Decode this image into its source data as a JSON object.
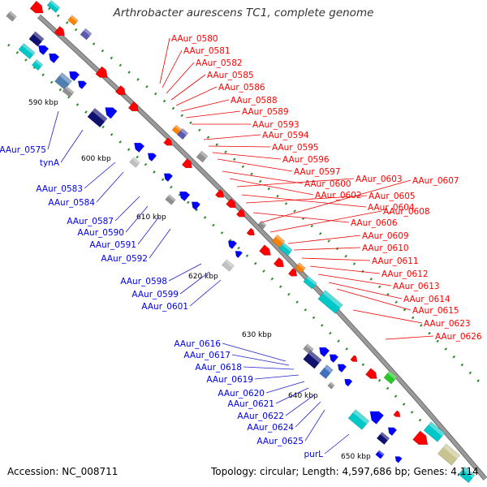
{
  "title": "Arthrobacter aurescens TC1, complete genome",
  "footer": {
    "accession": "Accession: NC_008711",
    "topology": "Topology: circular; Length: 4,597,686 bp; Genes: 4,114"
  },
  "colors": {
    "forward_gene": "#ff0000",
    "reverse_gene": "#0000ff",
    "rna_gene": "#00c8c8",
    "other_gene": "#ff8000",
    "unknown_gene": "#909090",
    "forward_label": "#ff0000",
    "reverse_label": "#0000ee",
    "backbone": "#9a9a9a",
    "tick": "#2a8a2a"
  },
  "ticks": [
    "590 kbp",
    "600 kbp",
    "610 kbp",
    "620 kbp",
    "630 kbp",
    "640 kbp",
    "650 kbp"
  ],
  "forward_genes": [
    "AAur_0580",
    "AAur_0581",
    "AAur_0582",
    "AAur_0585",
    "AAur_0586",
    "AAur_0588",
    "AAur_0589",
    "AAur_0593",
    "AAur_0594",
    "AAur_0595",
    "AAur_0596",
    "AAur_0597",
    "AAur_0600",
    "AAur_0602",
    "AAur_0603",
    "AAur_0604",
    "AAur_0605",
    "AAur_0606",
    "AAur_0607",
    "AAur_0608",
    "AAur_0609",
    "AAur_0610",
    "AAur_0611",
    "AAur_0612",
    "AAur_0613",
    "AAur_0614",
    "AAur_0615",
    "AAur_0623",
    "AAur_0626"
  ],
  "reverse_genes": [
    "AAur_0575",
    "tynA",
    "AAur_0583",
    "AAur_0584",
    "AAur_0587",
    "AAur_0590",
    "AAur_0591",
    "AAur_0592",
    "AAur_0598",
    "AAur_0599",
    "AAur_0601",
    "AAur_0616",
    "AAur_0617",
    "AAur_0618",
    "AAur_0619",
    "AAur_0620",
    "AAur_0621",
    "AAur_0622",
    "AAur_0624",
    "AAur_0625",
    "purL"
  ]
}
